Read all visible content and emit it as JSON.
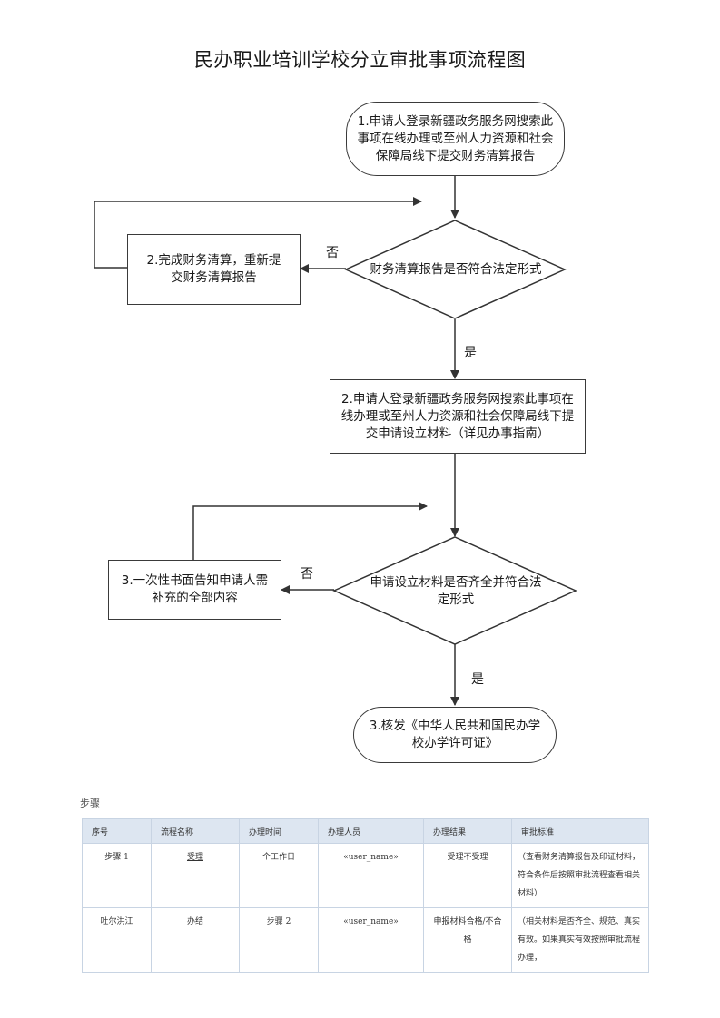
{
  "title": "民办职业培训学校分立审批事项流程图",
  "flow": {
    "start": "1.申请人登录新疆政务服务网搜索此事项在线办理或至州人力资源和社会保障局线下提交财务清算报告",
    "decision1": "财务清算报告是否符合法定形式",
    "fix1": "2.完成财务清算，重新提交财务清算报告",
    "no1": "否",
    "yes1": "是",
    "step2": "2.申请人登录新疆政务服务网搜索此事项在线办理或至州人力资源和社会保障局线下提交申请设立材料（详见办事指南）",
    "decision2": "申请设立材料是否齐全并符合法定形式",
    "fix2": "3.一次性书面告知申请人需补充的全部内容",
    "no2": "否",
    "yes2": "是",
    "end": "3.核发《中华人民共和国民办学校办学许可证》"
  },
  "steps_section": {
    "label": "步骤",
    "headers": [
      "序号",
      "流程名称",
      "办理时间",
      "办理人员",
      "办理结果",
      "审批标准"
    ],
    "rows": [
      [
        "步骤 1",
        "受理",
        "个工作日",
        "«user_name»",
        "受理不受理",
        "（查看财务清算报告及印证材料，符合条件后按照审批流程查看相关材料）"
      ],
      [
        "吐尔洪江",
        "办结",
        "步骤 2",
        "«user_name»",
        "申报材料合格/不合格",
        "（相关材料是否齐全、规范、真实有效。如果真实有效按照审批流程办理，"
      ]
    ]
  }
}
